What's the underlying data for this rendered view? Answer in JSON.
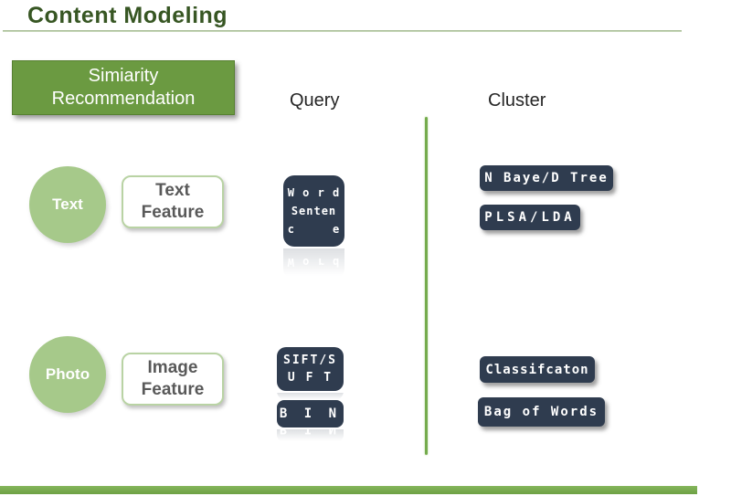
{
  "slide": {
    "title": "Content Modeling",
    "header_box": {
      "line1": "Simiarity",
      "line2": "Recommendation"
    },
    "query_label": "Query",
    "cluster_label": "Cluster",
    "rows": [
      {
        "circle_label": "Text",
        "feature_label": "Text Feature"
      },
      {
        "circle_label": "Photo",
        "feature_label": "Image Feature"
      }
    ],
    "query_boxes": {
      "word_sentence": {
        "lines": [
          "W o r d",
          "Senten",
          "c     e"
        ]
      },
      "sift_suft": {
        "lines": [
          "SIFT/S",
          "U F T"
        ]
      },
      "bin": {
        "label": "B I N"
      }
    },
    "cluster_boxes": {
      "text": [
        "N Baye/D Tree",
        "PLSA/LDA"
      ],
      "photo": [
        "Classifcaton",
        "Bag of Words"
      ]
    },
    "colors": {
      "title_green": "#375623",
      "header_box_green": "#6b9a41",
      "circle_green": "#a6c98a",
      "feature_border_green": "#b9d3a4",
      "feature_text_gray": "#595959",
      "dark_box_navy": "#2f3c4f",
      "divider_green": "#74ab4c",
      "footer_bar_green": "#74a64b"
    }
  }
}
